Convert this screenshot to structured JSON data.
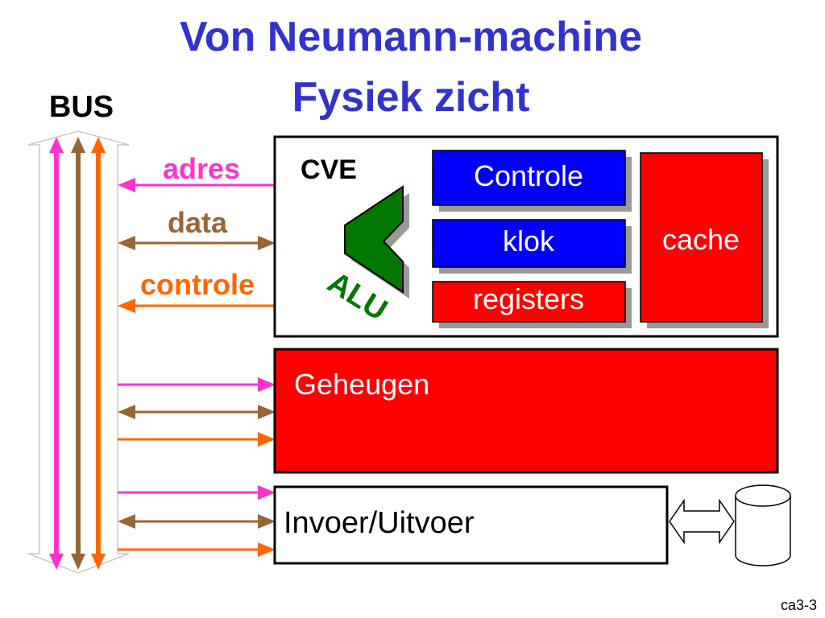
{
  "title": {
    "line1": "Von Neumann-machine",
    "line2": "Fysiek zicht"
  },
  "bus": {
    "label": "BUS",
    "signals": [
      {
        "label": "adres"
      },
      {
        "label": "data"
      },
      {
        "label": "controle"
      }
    ]
  },
  "cpu": {
    "label": "CVE",
    "controle": "Controle",
    "klok": "klok",
    "registers": "registers",
    "cache": "cache",
    "alu": "ALU"
  },
  "memory": {
    "label": "Geheugen"
  },
  "io": {
    "label": "Invoer/Uitvoer"
  },
  "slide_number": "ca3-3",
  "colors": {
    "title": "#3333cc",
    "adres": "#ff33cc",
    "data": "#996633",
    "controle": "#ff6600",
    "blue_block": "#0000ff",
    "red_block": "#ff0000",
    "alu": "#007700",
    "shadow": "#999999"
  }
}
